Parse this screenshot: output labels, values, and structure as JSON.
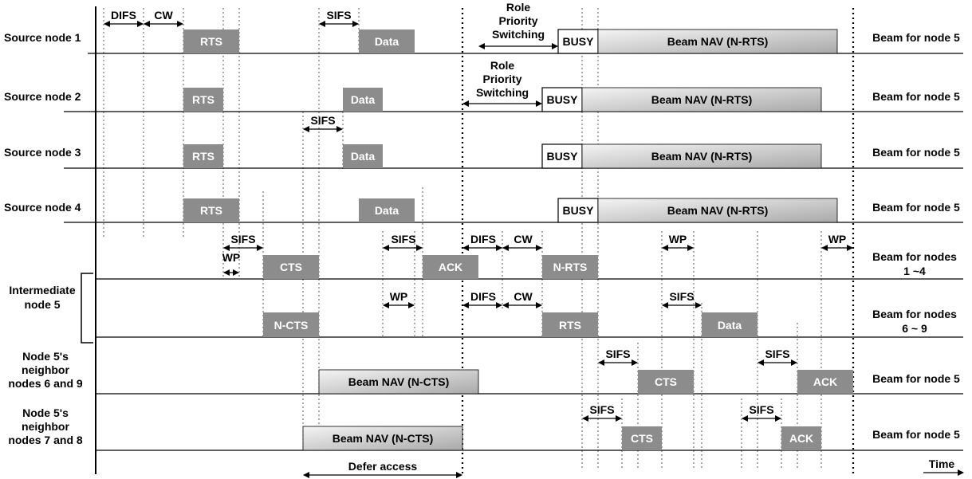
{
  "rows": {
    "source1": "Source node 1",
    "source2": "Source node 2",
    "source3": "Source node 3",
    "source4": "Source node 4",
    "intermediate": [
      "Intermediate",
      "node 5"
    ],
    "neighbors69": [
      "Node 5's",
      "neighbor",
      "nodes 6 and 9"
    ],
    "neighbors78": [
      "Node 5's",
      "neighbor",
      "nodes 7 and 8"
    ]
  },
  "beams": {
    "b1": "Beam for node 5",
    "b2": "Beam for node 5",
    "b3": "Beam for node 5",
    "b4": "Beam for node 5",
    "b5a": [
      "Beam for nodes",
      "1 ~4"
    ],
    "b5b": [
      "Beam for nodes",
      "6 ~ 9"
    ],
    "b6": "Beam for node 5",
    "b7": "Beam for node 5"
  },
  "frames": {
    "rts": "RTS",
    "data": "Data",
    "cts": "CTS",
    "ack": "ACK",
    "nrts": "N-RTS",
    "ncts": "N-CTS",
    "busy": "BUSY",
    "nav_nrts": "Beam NAV (N-RTS)",
    "nav_ncts": "Beam NAV (N-CTS)"
  },
  "intervals": {
    "difs": "DIFS",
    "cw": "CW",
    "sifs": "SIFS",
    "wp": "WP"
  },
  "role_switch": [
    "Role",
    "Priority",
    "Switching"
  ],
  "defer_access": "Defer access",
  "time_label": "Time",
  "colors": {
    "frame_fill": "#8c8c8c",
    "nav_gradient_start": "#f2f2f2",
    "nav_gradient_end": "#a6a6a6",
    "line": "#000000"
  }
}
